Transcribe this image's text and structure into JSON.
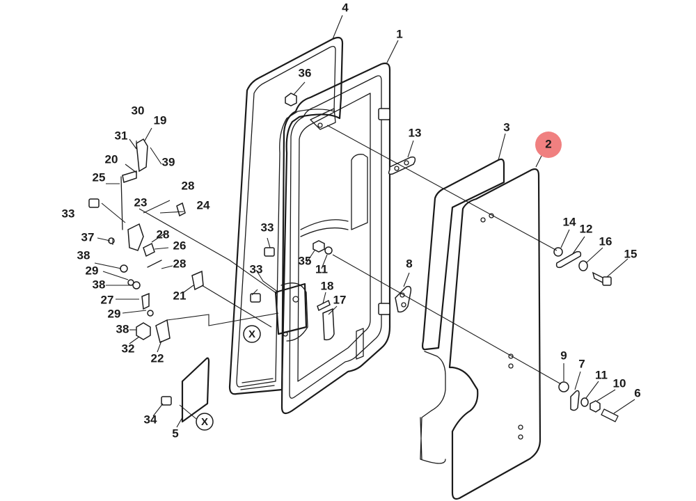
{
  "diagram": {
    "callouts": [
      "1",
      "2",
      "3",
      "4",
      "5",
      "6",
      "7",
      "8",
      "9",
      "10",
      "11",
      "11",
      "12",
      "13",
      "14",
      "15",
      "16",
      "17",
      "18",
      "19",
      "20",
      "21",
      "22",
      "23",
      "24",
      "25",
      "26",
      "27",
      "28",
      "28",
      "28",
      "29",
      "29",
      "30",
      "31",
      "32",
      "33",
      "33",
      "33",
      "34",
      "35",
      "36",
      "37",
      "38",
      "38",
      "38",
      "39"
    ],
    "highlighted_callout": "2",
    "highlight_color": "#f08080",
    "omitted_marker": "X"
  }
}
